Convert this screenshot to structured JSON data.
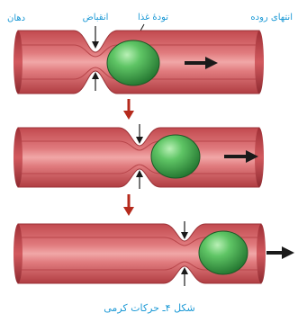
{
  "labels": {
    "mouth": "دهان",
    "contraction": "انقباض",
    "food_bolus": "تودهٔ غذا",
    "intestine_end": "انتهای روده"
  },
  "caption": "شکل ۴ـ حرکات کرمی",
  "colors": {
    "tube": "#d9666a",
    "tube_dark": "#a8393d",
    "tube_light": "#f3b0b0",
    "lumen": "#e78a8a",
    "bolus": "#4fb35a",
    "bolus_dark": "#1f6b2c",
    "arrow_dark": "#1a1a1a",
    "arrow_red": "#b52a1c",
    "label_blue": "#1e9ad6"
  }
}
